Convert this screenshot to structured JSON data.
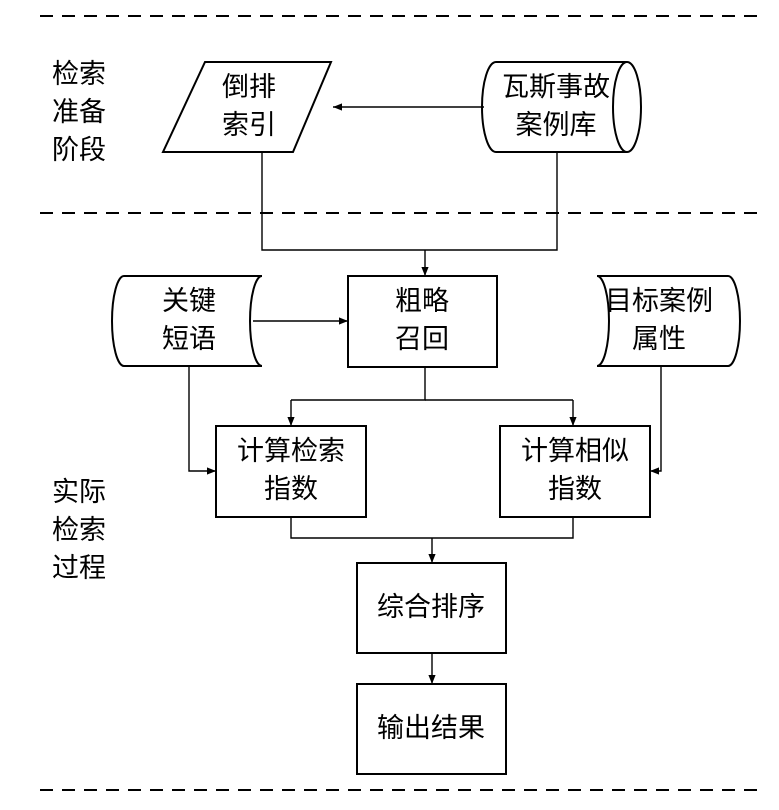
{
  "stages": {
    "retrieval_prep": "检索\n准备\n阶段",
    "actual_retrieval": "实际\n检索\n过程"
  },
  "nodes": {
    "inverted_index": "倒排\n索引",
    "gas_case_db": "瓦斯事故\n案例库",
    "key_phrases": "关键\n短语",
    "coarse_recall": "粗略\n召回",
    "target_case_attrs": "目标案例\n属性",
    "calc_retrieval_index": "计算检索\n指数",
    "calc_similarity_index": "计算相似\n指数",
    "combined_ranking": "综合排序",
    "output_results": "输出结果"
  }
}
